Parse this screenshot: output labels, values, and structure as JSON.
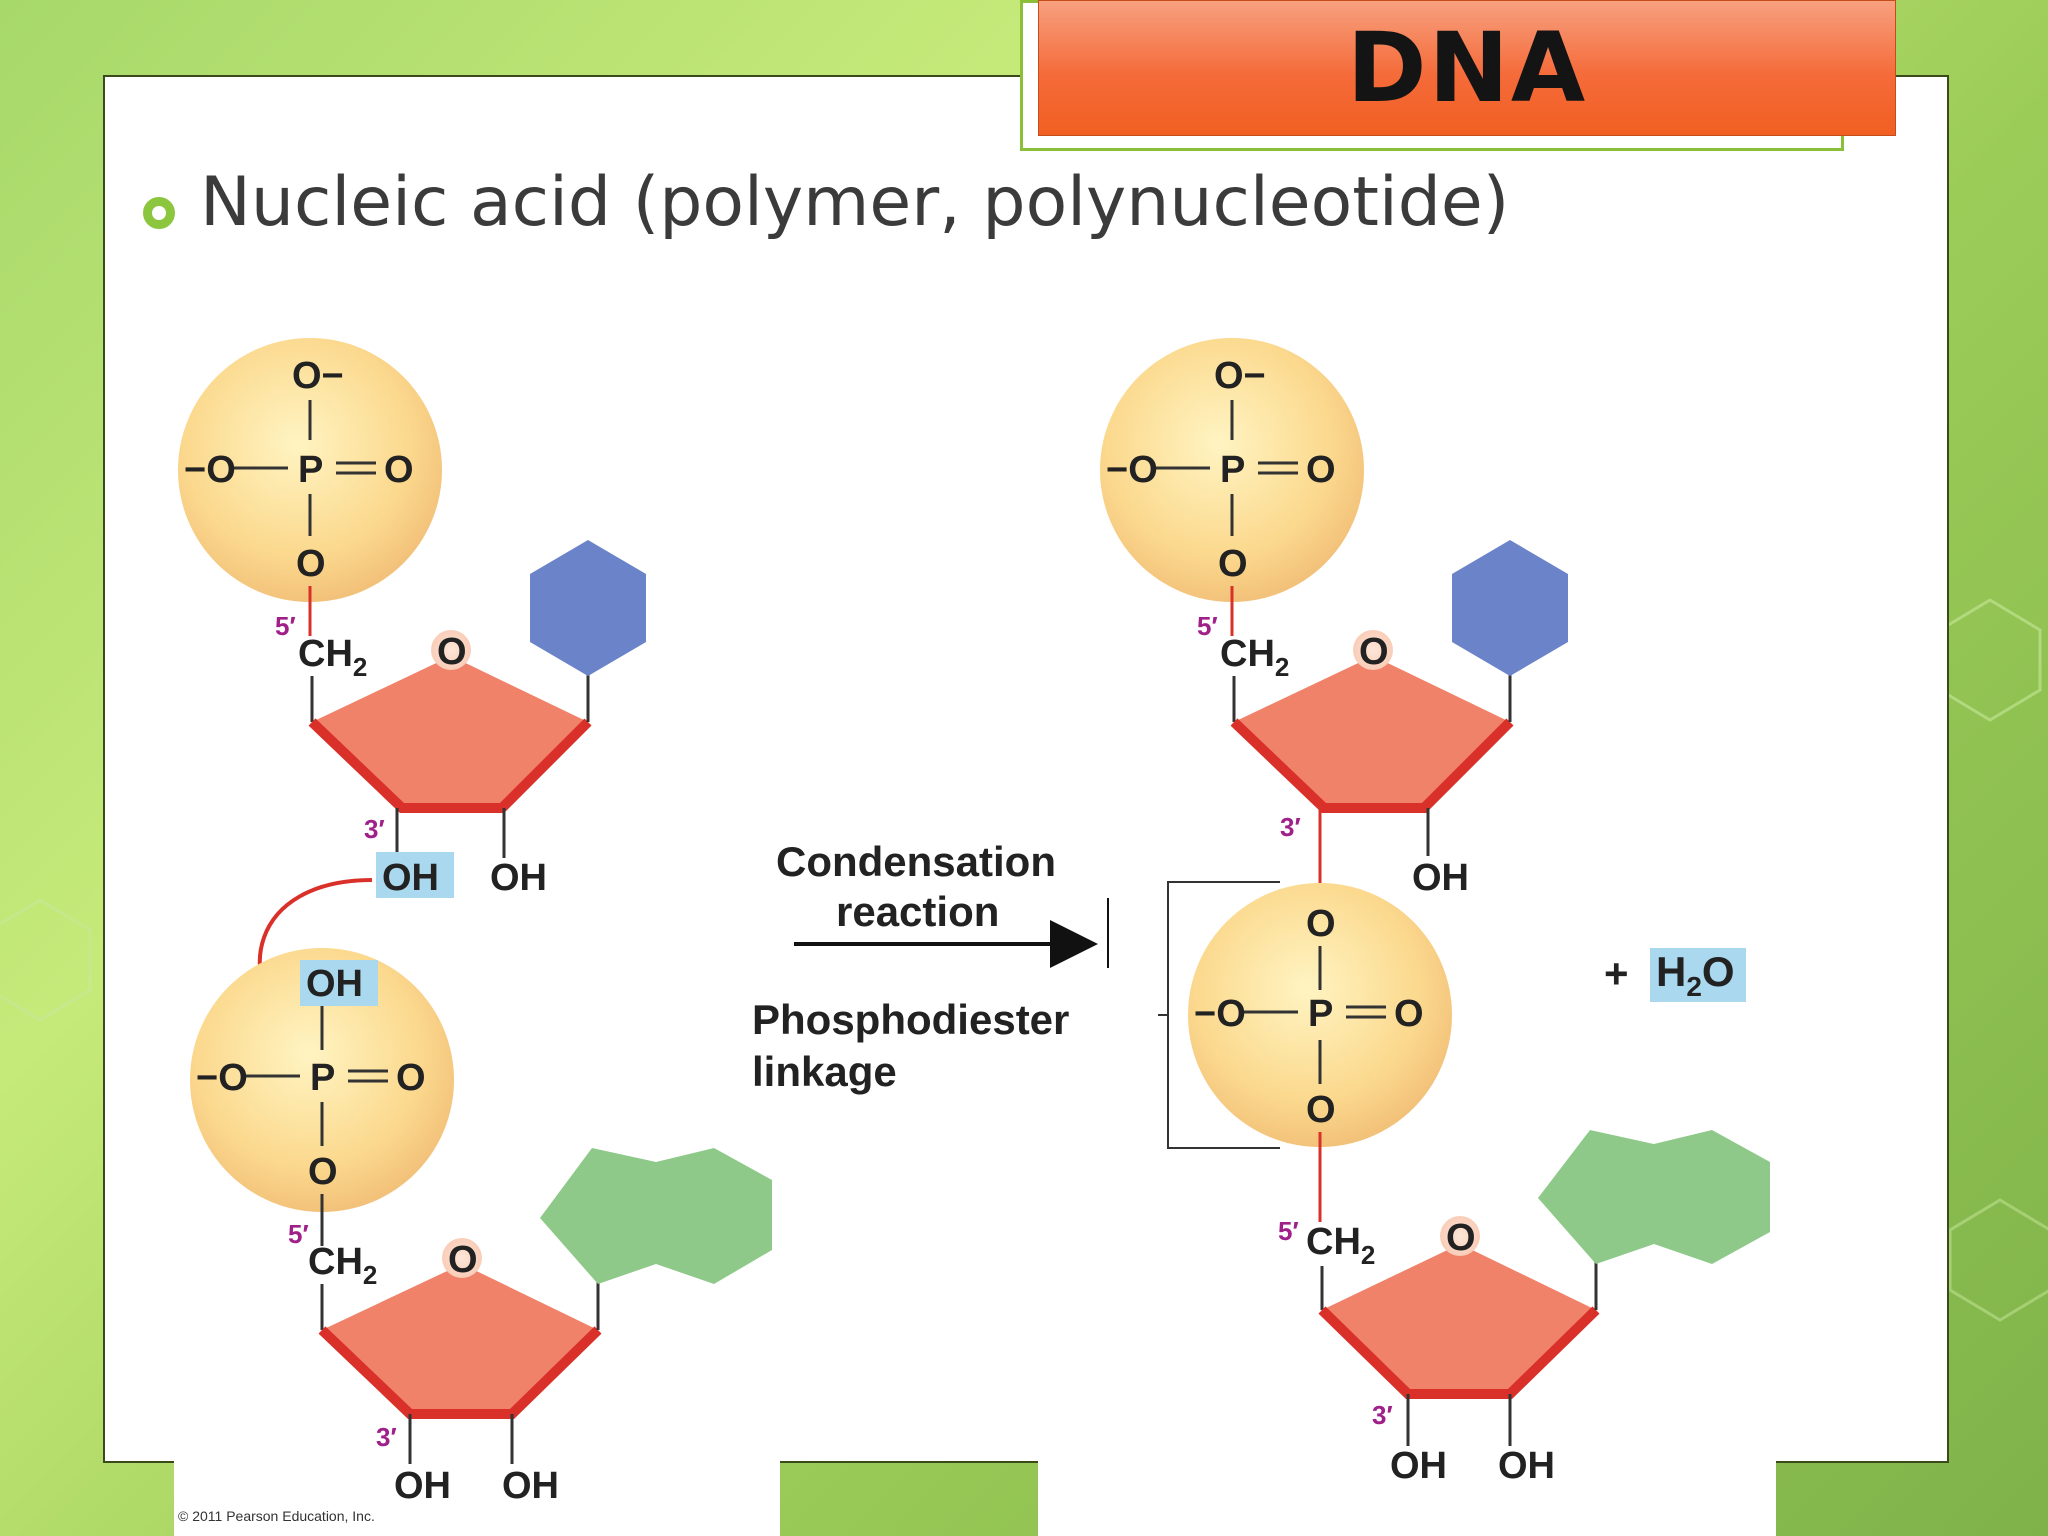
{
  "slide": {
    "title": "DNA",
    "bullet": "Nucleic acid (polymer, polynucleotide)"
  },
  "diagram": {
    "phosphate_top": "O−",
    "phosphate_left": "−O",
    "phosphorus": "P",
    "phosphate_right": "O",
    "phosphate_bottom": "O",
    "ch2": "CH",
    "ch2_sub": "2",
    "ring_oxygen": "O",
    "oh": "OH",
    "label_5prime": "5′",
    "label_3prime": "3′",
    "reaction_line1": "Condensation",
    "reaction_line2": "reaction",
    "linkage_line1": "Phosphodiester",
    "linkage_line2": "linkage",
    "plus": "+",
    "water_h": "H",
    "water_sub": "2",
    "water_o": "O",
    "copyright": "© 2011 Pearson Education, Inc."
  },
  "colors": {
    "phosphate_fill": "#fbd98e",
    "sugar_fill": "#f0826a",
    "sugar_edge": "#d9302a",
    "pyrimidine": "#6b84c9",
    "purine": "#8ec98a",
    "highlight": "#a9d8ef",
    "prime_label": "#a0208a",
    "arrow_red": "#d9302a",
    "title_orange": "#f56b3a",
    "bullet_green": "#8cc63f"
  }
}
